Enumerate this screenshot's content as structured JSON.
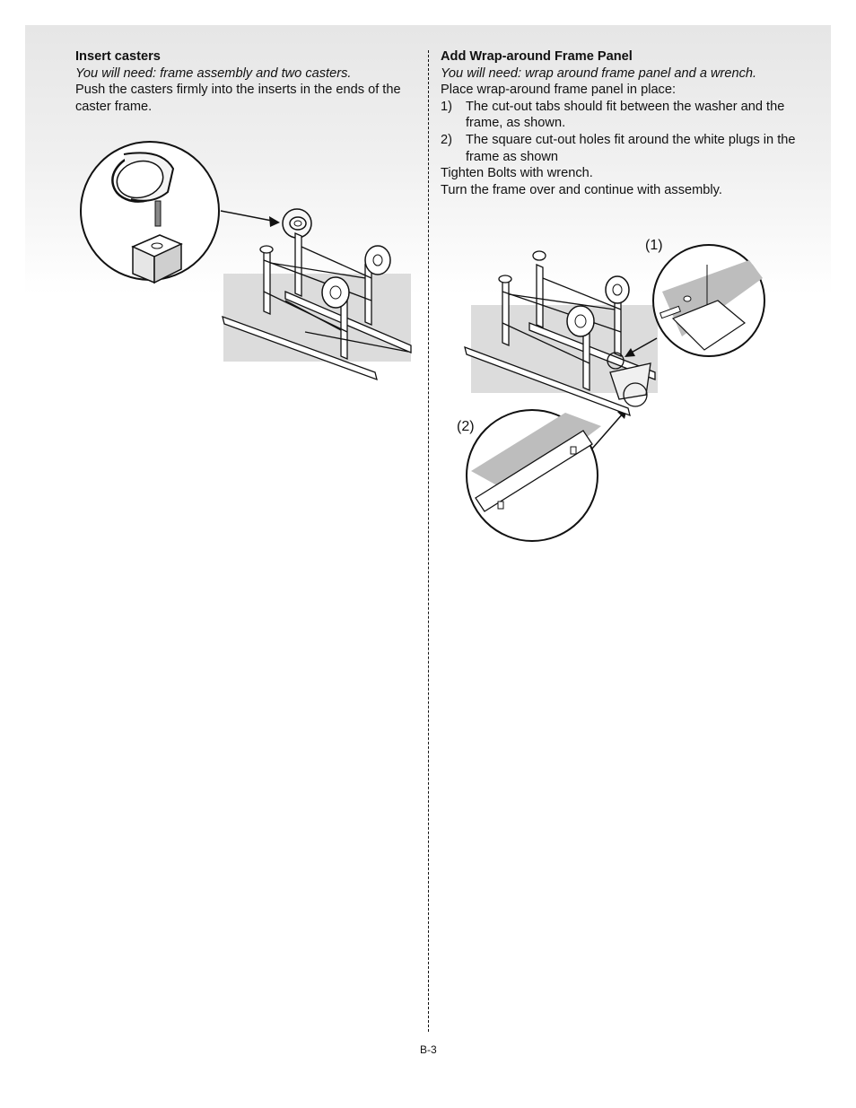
{
  "left_section": {
    "heading": "Insert casters",
    "need": "You will need: frame assembly and two casters.",
    "body": "Push the casters firmly into the inserts in the ends of the caster frame."
  },
  "right_section": {
    "heading": "Add Wrap-around Frame Panel",
    "need": "You will need: wrap around frame panel and a wrench.",
    "intro": "Place wrap-around frame panel in place:",
    "steps": [
      {
        "num": "1)",
        "text": "The cut-out tabs should fit between the washer and the frame, as shown."
      },
      {
        "num": "2)",
        "text": "The square cut-out holes fit around the white plugs in the frame as shown"
      }
    ],
    "tighten": "Tighten Bolts with wrench.",
    "turn": "Turn the frame over and continue with assembly.",
    "callout_1": "(1)",
    "callout_2": "(2)"
  },
  "page_number": "B-3"
}
